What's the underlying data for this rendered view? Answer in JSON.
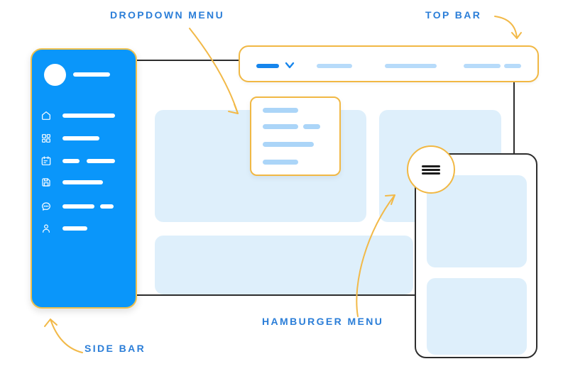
{
  "annotations": {
    "dropdown_menu": "DROPDOWN MENU",
    "top_bar": "TOP BAR",
    "hamburger_menu": "HAMBURGER MENU",
    "side_bar": "SIDE BAR"
  },
  "colors": {
    "sidebar_blue": "#0A96FA",
    "accent_blue": "#1685EC",
    "label_blue": "#2B7ED8",
    "skeleton_light_blue": "#ABD5F8",
    "pale_block_blue": "#DEEFFB",
    "annotation_yellow": "#F1B844",
    "outline_dark": "#2d2d2d",
    "white": "#ffffff"
  },
  "sidebar": {
    "avatar": "avatar-circle",
    "items": [
      {
        "icon": "home-icon",
        "lines": 1
      },
      {
        "icon": "dashboard-grid-icon",
        "lines": 1
      },
      {
        "icon": "calendar-icon",
        "lines": 2
      },
      {
        "icon": "save-icon",
        "lines": 1
      },
      {
        "icon": "chat-icon",
        "lines": 2
      },
      {
        "icon": "user-icon",
        "lines": 1
      }
    ]
  },
  "top_bar": {
    "items": [
      {
        "state": "active",
        "chevron": "chevron-down-icon"
      },
      {
        "state": "inactive"
      },
      {
        "state": "inactive"
      },
      {
        "state": "inactive"
      }
    ]
  },
  "dropdown": {
    "rows": 4
  },
  "desktop": {
    "content_blocks": 3
  },
  "phone": {
    "menu_icon": "hamburger-icon",
    "content_blocks": 2
  }
}
